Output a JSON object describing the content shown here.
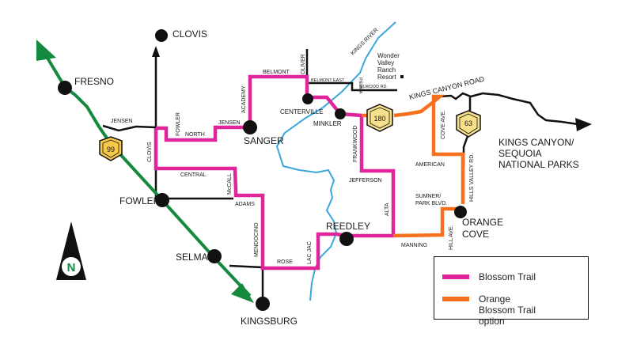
{
  "colors": {
    "blossom_trail": "#e0259a",
    "orange_blossom_trail": "#f7701e",
    "highway": "#158a3e",
    "river": "#3aa7dc",
    "road": "#111111",
    "shield_fill": "#f6c94a",
    "shield_fill_light": "#f7e08c"
  },
  "cities": {
    "clovis": "CLOVIS",
    "fresno": "FRESNO",
    "sanger": "SANGER",
    "fowler": "FOWLER",
    "selma": "SELMA",
    "kingsburg": "KINGSBURG",
    "reedley": "REEDLEY",
    "orange_cove_1": "ORANGE",
    "orange_cove_2": "COVE",
    "centerville": "CENTERVILLE",
    "minkler": "MINKLER"
  },
  "roads": {
    "jensen_west": "JENSEN",
    "jensen_east": "JENSEN",
    "north": "NORTH",
    "fowler": "FOWLER",
    "clovis": "CLOVIS",
    "academy": "ACADEMY",
    "belmont": "BELMONT",
    "oliver": "OLIVER",
    "belmont_east": "BELMONT EAST",
    "piedra": "PIEDRA",
    "elwood": "ELWOOD RD.",
    "central": "CENTRAL",
    "mccall": "McCALL",
    "adams": "ADAMS",
    "mendocino": "MENDOCINO",
    "rose": "ROSE",
    "lac_jac": "LAC JAC",
    "frankwood": "FRANKWOOD",
    "jefferson": "JEFFERSON",
    "alta": "ALTA",
    "manning": "MANNING",
    "hill_ave": "HILL AVE.",
    "sumner_1": "SUMNER/",
    "sumner_2": "PARK BLVD.",
    "american": "AMERICAN",
    "cove_ave": "COVE AVE.",
    "hills_valley": "HILLS VALLEY RD.",
    "kings_canyon_road": "KINGS CANYON ROAD"
  },
  "features": {
    "kings_river": "KINGS RIVER",
    "resort": [
      "Wonder",
      "Valley",
      "Ranch",
      "Resort"
    ],
    "parks": [
      "KINGS CANYON/",
      "SEQUOIA",
      "NATIONAL PARKS"
    ]
  },
  "shields": {
    "hwy99": "99",
    "hwy180": "180",
    "hwy63": "63"
  },
  "compass": {
    "label": "N"
  },
  "legend": {
    "items": [
      {
        "label": "Blossom Trail",
        "color": "#e0259a"
      },
      {
        "label": "Orange Blossom Trail option",
        "color": "#f7701e"
      }
    ]
  }
}
